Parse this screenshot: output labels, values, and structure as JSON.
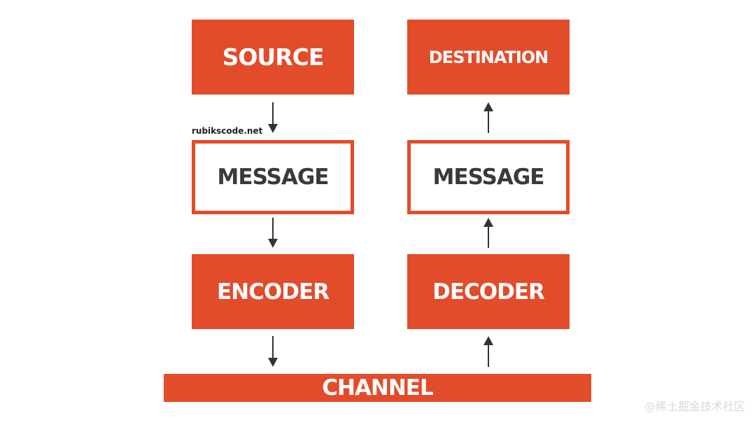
{
  "diagram": {
    "source_label": "SOURCE",
    "destination_label": "DESTINATION",
    "message_left_label": "MESSAGE",
    "message_right_label": "MESSAGE",
    "encoder_label": "ENCODER",
    "decoder_label": "DECODER",
    "channel_label": "CHANNEL",
    "site_label": "rubikscode.net"
  },
  "watermark": {
    "text": "@稀土掘金技术社区"
  },
  "colors": {
    "accent": "#e24c2a",
    "box_text_light": "#ffffff",
    "box_text_dark": "#3a3a3a",
    "arrow": "#333333"
  }
}
